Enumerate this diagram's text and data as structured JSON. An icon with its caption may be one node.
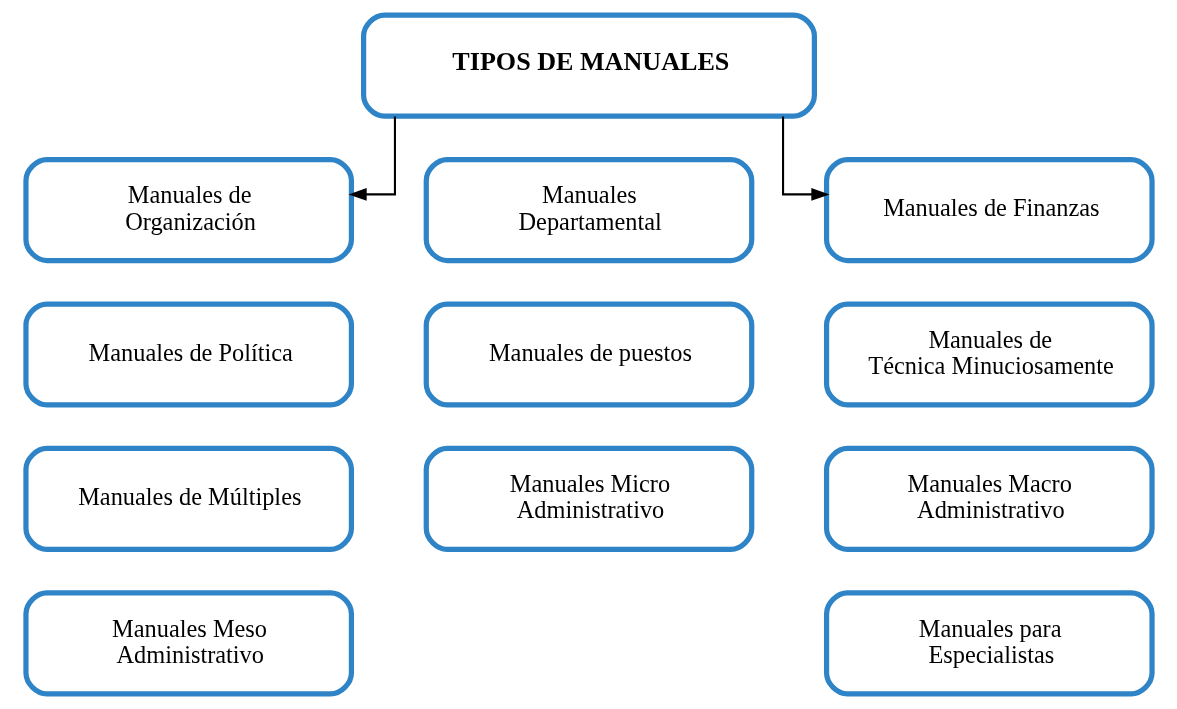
{
  "diagram": {
    "nodes": [
      {
        "text": [
          "TIPOS DE MANUALES"
        ]
      },
      {
        "text": [
          "Manuales de Organización"
        ]
      },
      {
        "text": [
          "Manuales Departamental"
        ]
      },
      {
        "text": [
          "Manuales de Finanzas"
        ]
      },
      {
        "text": [
          "Manuales de Política"
        ]
      },
      {
        "text": [
          "Manuales de puestos"
        ]
      },
      {
        "text": [
          "Manuales de Técnica Minuciosamente"
        ]
      },
      {
        "text": [
          "Manuales de Múltiples"
        ]
      },
      {
        "text": [
          "Manuales Micro Administrativo"
        ]
      },
      {
        "text": [
          "Manuales Macro Administrativo"
        ]
      },
      {
        "text": [
          "Manuales Meso Administrativo"
        ]
      },
      {
        "text": [
          "Manuales para Especialistas"
        ]
      }
    ],
    "edges": [
      {
        "from": 0,
        "to": 1,
        "arrow": "to"
      },
      {
        "from": 0,
        "to": 3,
        "arrow": "to"
      }
    ]
  }
}
